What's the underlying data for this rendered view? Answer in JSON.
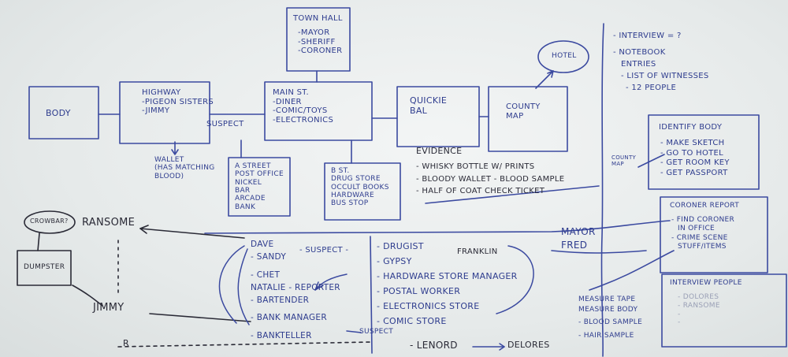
{
  "board": {
    "town_hall": {
      "title": "TOWN HALL",
      "items": [
        "-MAYOR",
        "-SHERIFF",
        "-CORONER"
      ]
    },
    "body": "BODY",
    "highway": {
      "lines": [
        "HIGHWAY",
        "-PIGEON SISTERS",
        "-JIMMY"
      ],
      "suspect": "SUSPECT"
    },
    "wallet": [
      "WALLET",
      "(HAS MATCHING",
      "BLOOD)"
    ],
    "main_st": {
      "lines": [
        "MAIN ST.",
        "-DINER",
        "-COMIC/TOYS",
        "-ELECTRONICS"
      ]
    },
    "quickie": [
      "QUICKIE",
      "BAL"
    ],
    "county_map": [
      "COUNTY",
      "MAP"
    ],
    "hotel": "HOTEL",
    "a_street": {
      "lines": [
        "A STREET",
        "POST OFFICE",
        "NICKEL",
        "BAR",
        "ARCADE",
        "BANK"
      ]
    },
    "b_st": {
      "lines": [
        "B ST.",
        "DRUG STORE",
        "OCCULT BOOKS",
        "HARDWARE",
        "BUS STOP"
      ]
    },
    "evidence": {
      "title": "EVIDENCE",
      "items": [
        "- WHISKY BOTTLE W/ PRINTS",
        "- BLOODY WALLET - BLOOD SAMPLE",
        "- HALF OF COAT CHECK TICKET"
      ]
    },
    "notes": [
      "- INTERVIEW = ?",
      "- NOTEBOOK",
      "ENTRIES",
      "- LIST OF WITNESSES",
      "- 12 PEOPLE"
    ],
    "identify_body": {
      "title": "IDENTIFY BODY",
      "items": [
        "- MAKE SKETCH",
        "- GO TO HOTEL",
        "- GET ROOM KEY",
        "- GET PASSPORT"
      ]
    },
    "county_map_small": [
      "COUNTY",
      "MAP"
    ],
    "coroner_report": {
      "title": "CORONER REPORT",
      "items": [
        "- FIND CORONER",
        "IN OFFICE",
        "- CRIME SCENE",
        "STUFF/ITEMS"
      ]
    },
    "interview_people": {
      "title": "INTERVIEW PEOPLE",
      "items": [
        "- DOLORES",
        "- RANSOME",
        "-",
        "-"
      ]
    },
    "crowbar": "CROWBAR?",
    "ransome": "RANSOME",
    "dumpster": "DUMPSTER",
    "jimmy": "JIMMY",
    "r_mark": "R",
    "people": [
      "DAVE",
      "- SANDY",
      "- CHET",
      "NATALIE - REPORTER",
      "- BARTENDER",
      "- BANK MANAGER",
      "- BANKTELLER"
    ],
    "suspect_upper": "- SUSPECT -",
    "suspect_lower": "SUSPECT",
    "shops": [
      "- DRUGIST",
      "- GYPSY",
      "- HARDWARE STORE MANAGER",
      "- POSTAL WORKER",
      "- ELECTRONICS STORE",
      "- COMIC STORE"
    ],
    "franklin": "FRANKLIN",
    "lenord": "- LENORD",
    "delores": "DELORES",
    "mayor": [
      "MAYOR",
      "FRED"
    ],
    "coroner_tasks": [
      "MEASURE TAPE",
      "MEASURE BODY",
      "- BLOOD SAMPLE",
      "- HAIR SAMPLE"
    ]
  }
}
